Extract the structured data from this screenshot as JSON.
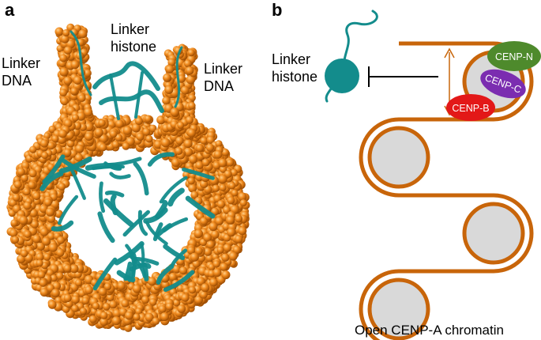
{
  "panel_a": {
    "letter": "a",
    "labels": {
      "linker_dna_left_line1": "Linker",
      "linker_dna_left_line2": "DNA",
      "linker_histone_line1": "Linker",
      "linker_histone_line2": "histone",
      "linker_dna_right_line1": "Linker",
      "linker_dna_right_line2": "DNA"
    }
  },
  "panel_b": {
    "letter": "b",
    "linker_histone_line1": "Linker",
    "linker_histone_line2": "histone",
    "proteins": {
      "cenp_n": "CENP-N",
      "cenp_c": "CENP-C",
      "cenp_b": "CENP-B"
    },
    "caption": "Open CENP-A chromatin"
  },
  "colors": {
    "dna_orange": "#E07B0E",
    "dna_orange_light": "#F5A04A",
    "dna_orange_dark": "#A04F00",
    "histone_teal": "#138C8C",
    "nucleosome_core": "#D9D9D9",
    "cenp_n": "#4E8A2C",
    "cenp_c": "#7B2DB0",
    "cenp_b": "#E31818",
    "inhibitor": "#000000"
  }
}
